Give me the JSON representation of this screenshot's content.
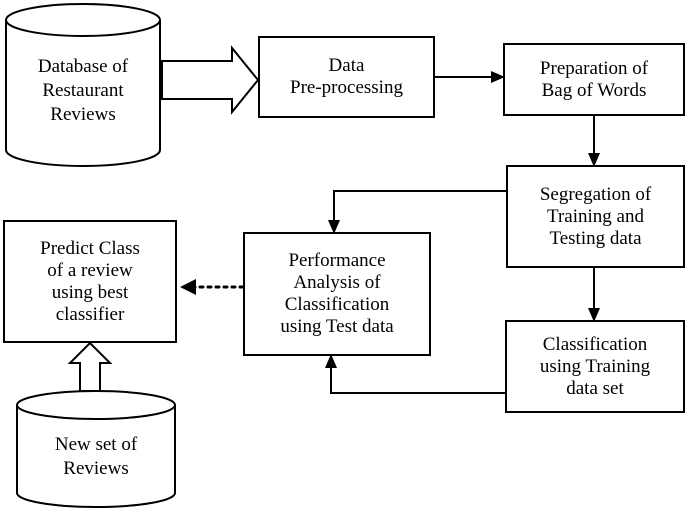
{
  "nodes": {
    "database": {
      "lines": [
        "Database of",
        "Restaurant",
        "Reviews"
      ]
    },
    "preprocessing": {
      "lines": [
        "Data",
        "Pre-processing"
      ]
    },
    "bag_of_words": {
      "lines": [
        "Preparation of",
        "Bag of Words"
      ]
    },
    "segregation": {
      "lines": [
        "Segregation of",
        "Training and",
        "Testing data"
      ]
    },
    "classification": {
      "lines": [
        "Classification",
        "using Training",
        "data set"
      ]
    },
    "performance": {
      "lines": [
        "Performance",
        "Analysis of",
        "Classification",
        "using Test data"
      ]
    },
    "predict": {
      "lines": [
        "Predict Class",
        "of a review",
        "using best",
        "classifier"
      ]
    },
    "new_reviews": {
      "lines": [
        "New set of",
        "Reviews"
      ]
    }
  },
  "edges": [
    {
      "from": "database",
      "to": "preprocessing",
      "style": "hollow-arrow"
    },
    {
      "from": "preprocessing",
      "to": "bag_of_words",
      "style": "solid-arrow"
    },
    {
      "from": "bag_of_words",
      "to": "segregation",
      "style": "solid-arrow"
    },
    {
      "from": "segregation",
      "to": "classification",
      "style": "solid-arrow"
    },
    {
      "from": "segregation",
      "to": "performance",
      "style": "solid-arrow"
    },
    {
      "from": "classification",
      "to": "performance",
      "style": "solid-arrow"
    },
    {
      "from": "performance",
      "to": "predict",
      "style": "dotted-arrow"
    },
    {
      "from": "new_reviews",
      "to": "predict",
      "style": "hollow-arrow"
    }
  ],
  "colors": {
    "stroke": "#000000",
    "fill": "#ffffff"
  }
}
